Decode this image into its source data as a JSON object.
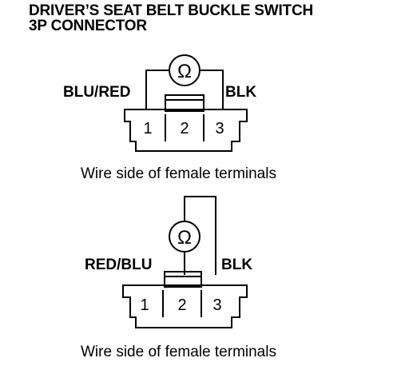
{
  "title": {
    "line1": "DRIVER’S SEAT BELT BUCKLE SWITCH",
    "line2": "3P CONNECTOR"
  },
  "meter_symbol": "Ω",
  "top_diagram": {
    "left_wire": "BLU/RED",
    "right_wire": "BLK",
    "pins": [
      "1",
      "2",
      "3"
    ],
    "caption": "Wire side of female terminals"
  },
  "bottom_diagram": {
    "left_wire": "RED/BLU",
    "right_wire": "BLK",
    "pins": [
      "1",
      "2",
      "3"
    ],
    "caption": "Wire side of female terminals"
  }
}
